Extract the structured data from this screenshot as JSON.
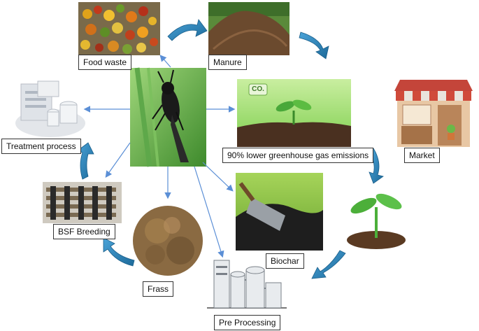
{
  "labels": {
    "food_waste": "Food waste",
    "manure": "Manure",
    "emissions": "90% lower greenhouse gas emissions",
    "market": "Market",
    "treatment": "Treatment process",
    "bsf_breeding": "BSF Breeding",
    "frass": "Frass",
    "biochar": "Biochar",
    "pre_processing": "Pre Processing"
  },
  "co_badge": "CO.",
  "colors": {
    "blue_arrow": "#2e7fb8",
    "teal_arrow": "#1f6fa0",
    "thin_arrow": "#5b8fd6",
    "soil": "#5a3a22",
    "leaf": "#4caf3a"
  }
}
